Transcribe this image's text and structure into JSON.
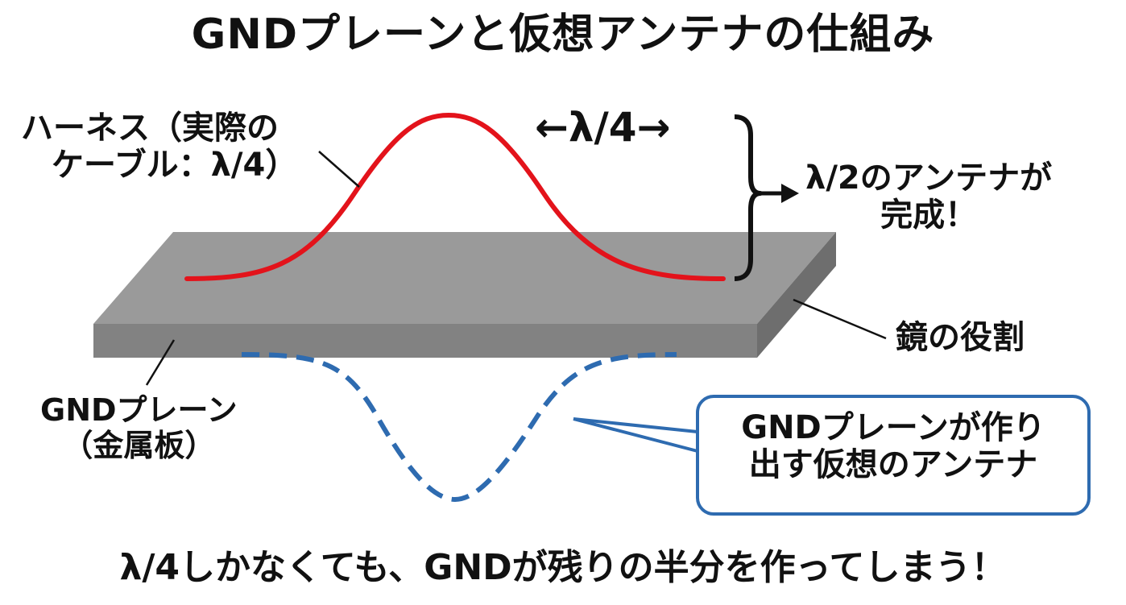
{
  "title": "GNDプレーンと仮想アンテナの仕組み",
  "labels": {
    "harness_line1": "ハーネス（実際の",
    "harness_line2": "ケーブル：λ/4）",
    "lambda_quarter": "←λ/4→",
    "result_line1": "λ/2のアンテナが",
    "result_line2": "完成！",
    "mirror": "鏡の役割",
    "plane_line1": "GNDプレーン",
    "plane_line2": "（金属板）",
    "virtual_line1": "GNDプレーンが作り",
    "virtual_line2": "出す仮想のアンテナ"
  },
  "footer": "λ/4しかなくても、GNDが残りの半分を作ってしまう！",
  "colors": {
    "real_wave": "#e3131b",
    "virtual_wave": "#2e6bb0",
    "plane_top": "#9a9a9a",
    "plane_front": "#828282",
    "plane_side": "#6e6e6e",
    "callout_border": "#2e6bb0"
  }
}
